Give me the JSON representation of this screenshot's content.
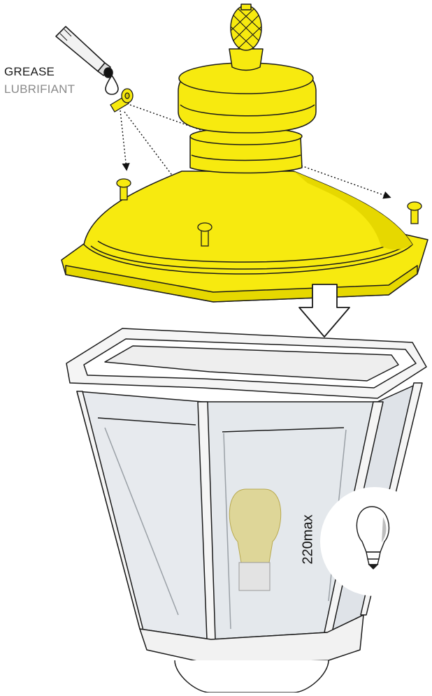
{
  "labels": {
    "grease": "GREASE",
    "lubrifiant": "LUBRIFIANT",
    "wattage": "220max"
  },
  "colors": {
    "part_yellow": "#f7ea0f",
    "part_yellow_shade": "#d9cc00",
    "glass": "#e7eaee",
    "frame": "#f5f5f5",
    "bulb": "#ddd28a",
    "outline": "#1a1a1a"
  },
  "icons": [
    "grease-tube-icon",
    "drop-icon",
    "screw-icon",
    "arrow-down-icon",
    "bulb-icon"
  ]
}
